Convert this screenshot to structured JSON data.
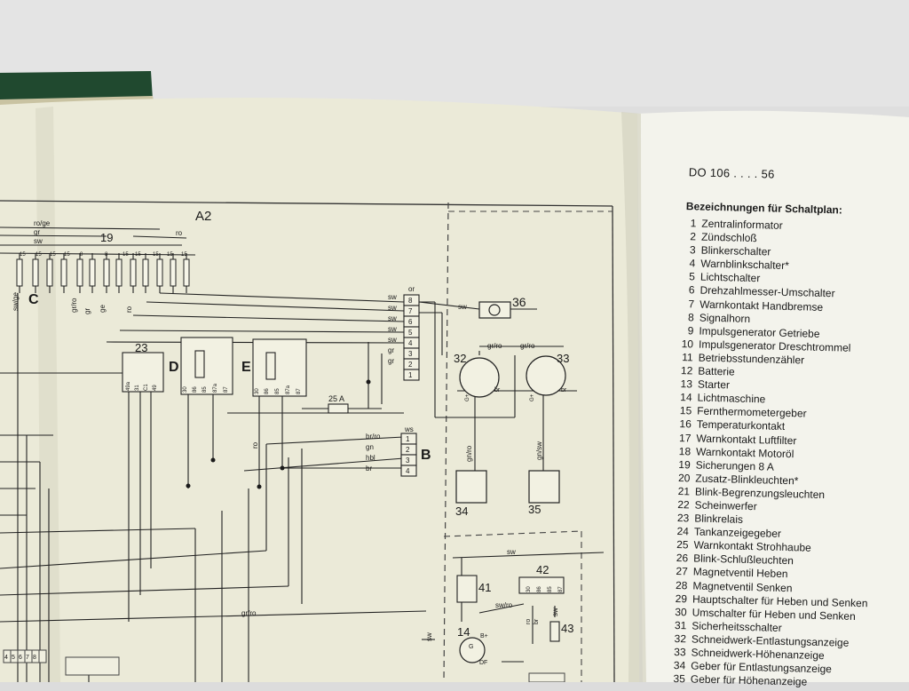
{
  "page": {
    "doc_code": "DO 106 . . . . 56",
    "legend_title": "Bezeichnungen für Schaltplan:",
    "legend": [
      {
        "num": "1",
        "label": "Zentralinformator"
      },
      {
        "num": "2",
        "label": "Zündschloß"
      },
      {
        "num": "3",
        "label": "Blinkerschalter"
      },
      {
        "num": "4",
        "label": "Warnblinkschalter*"
      },
      {
        "num": "5",
        "label": "Lichtschalter"
      },
      {
        "num": "6",
        "label": "Drehzahlmesser-Umschalter"
      },
      {
        "num": "7",
        "label": "Warnkontakt Handbremse"
      },
      {
        "num": "8",
        "label": "Signalhorn"
      },
      {
        "num": "9",
        "label": "Impulsgenerator Getriebe"
      },
      {
        "num": "10",
        "label": "Impulsgenerator Dreschtrommel"
      },
      {
        "num": "11",
        "label": "Betriebsstundenzähler"
      },
      {
        "num": "12",
        "label": "Batterie"
      },
      {
        "num": "13",
        "label": "Starter"
      },
      {
        "num": "14",
        "label": "Lichtmaschine"
      },
      {
        "num": "15",
        "label": "Fernthermometergeber"
      },
      {
        "num": "16",
        "label": "Temperaturkontakt"
      },
      {
        "num": "17",
        "label": "Warnkontakt Luftfilter"
      },
      {
        "num": "18",
        "label": "Warnkontakt Motoröl"
      },
      {
        "num": "19",
        "label": "Sicherungen 8 A"
      },
      {
        "num": "20",
        "label": "Zusatz-Blinkleuchten*"
      },
      {
        "num": "21",
        "label": "Blink-Begrenzungsleuchten"
      },
      {
        "num": "22",
        "label": "Scheinwerfer"
      },
      {
        "num": "23",
        "label": "Blinkrelais"
      },
      {
        "num": "24",
        "label": "Tankanzeigegeber"
      },
      {
        "num": "25",
        "label": "Warnkontakt Strohhaube"
      },
      {
        "num": "26",
        "label": "Blink-Schlußleuchten"
      },
      {
        "num": "27",
        "label": "Magnetventil Heben"
      },
      {
        "num": "28",
        "label": "Magnetventil Senken"
      },
      {
        "num": "29",
        "label": "Hauptschalter für Heben und Senken"
      },
      {
        "num": "30",
        "label": "Umschalter für Heben und Senken"
      },
      {
        "num": "31",
        "label": "Sicherheitsschalter"
      },
      {
        "num": "32",
        "label": "Schneidwerk-Entlastungsanzeige"
      },
      {
        "num": "33",
        "label": "Schneidwerk-Höhenanzeige"
      },
      {
        "num": "34",
        "label": "Geber für Entlastungsanzeige"
      },
      {
        "num": "35",
        "label": "Geber für Höhenanzeige"
      }
    ]
  },
  "diagram": {
    "section_labels": {
      "a2": "A2",
      "b": "B",
      "c": "C",
      "d": "D",
      "e": "E"
    },
    "fuse_block_number": "19",
    "fuse_values": [
      "15",
      "15",
      "15",
      "15",
      "8",
      "8",
      "15",
      "15",
      "15",
      "15",
      "15"
    ],
    "wire_top": [
      "ro/ge",
      "gr",
      "sw",
      "ro"
    ],
    "vertical_wires": [
      "sw/ge",
      "gr/ro",
      "gr",
      "ge",
      "ro"
    ],
    "connector_a": {
      "pins": [
        "8",
        "7",
        "6",
        "5",
        "4",
        "3",
        "2",
        "1"
      ],
      "wires": [
        "sw",
        "sw",
        "sw",
        "sw",
        "sw",
        "gr",
        "gr"
      ],
      "top_label": "or"
    },
    "connector_b": {
      "pins": [
        "1",
        "2",
        "3",
        "4"
      ],
      "wires": [
        "br/ro",
        "gn",
        "hbl",
        "br"
      ],
      "top_label": "ws"
    },
    "relay_23": {
      "number": "23",
      "pins": [
        "49a",
        "31",
        "C1",
        "49"
      ]
    },
    "relay_pins": [
      "30",
      "86",
      "85",
      "87a",
      "87"
    ],
    "fuse_25a": "25 A",
    "wire_ro": "ro",
    "lamp_36": {
      "number": "36",
      "wire": "sw"
    },
    "gauge_32": {
      "number": "32",
      "wire": "gr/ro",
      "term1": "G+",
      "term2": "br"
    },
    "gauge_33": {
      "number": "33",
      "wire": "gr/ro",
      "term1": "G+",
      "term2": "br"
    },
    "sender_34": {
      "number": "34",
      "wire": "gn/ro"
    },
    "sender_35": {
      "number": "35",
      "wire": "gn/sw"
    },
    "switch_41": {
      "number": "41",
      "wire_top": "sw",
      "wire_bottom": "sw/ro"
    },
    "relay_42": {
      "number": "42",
      "pins": [
        "30",
        "86",
        "85",
        "87"
      ]
    },
    "resistor_43": {
      "number": "43",
      "wire": "sw"
    },
    "generator_14": {
      "number": "14",
      "terms": [
        "B+",
        "G",
        "DF"
      ]
    },
    "wire_grro_bottom": "gr/ro",
    "wire_sw_bottom": "sw",
    "small_wires": [
      "ro",
      "br"
    ],
    "bottom_left_pins": [
      "4",
      "5",
      "6",
      "7",
      "8"
    ]
  }
}
